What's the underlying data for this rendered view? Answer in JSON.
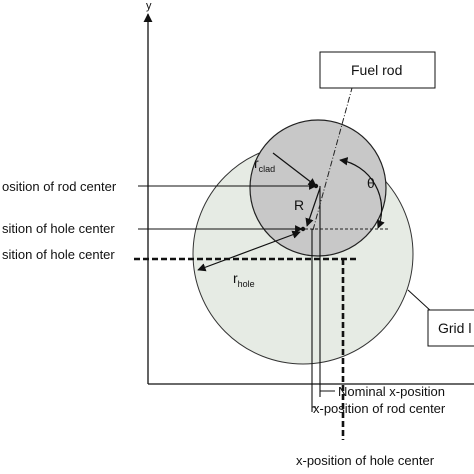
{
  "axes": {
    "y_label": "y"
  },
  "callouts": {
    "fuel_rod": "Fuel rod",
    "grid": "Grid l"
  },
  "labels": {
    "y_rod_center": "osition of rod center",
    "y_hole_center_1": "sition of hole center",
    "y_hole_center_2": "sition of hole center",
    "r_clad_main": "r",
    "r_clad_sub": "clad",
    "r_hole_main": "r",
    "r_hole_sub": "hole",
    "R": "R",
    "theta": "θ",
    "nominal_x": "Nominal x-position",
    "x_rod_center": "x-position of rod center",
    "x_hole_center": "x-position of hole center"
  },
  "colors": {
    "grid_cell_fill": "#e6ebe4",
    "fuel_rod_fill": "#c8c8c8",
    "stroke": "#222222"
  }
}
